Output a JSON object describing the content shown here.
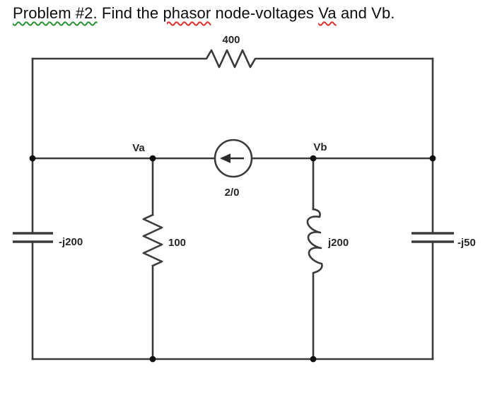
{
  "title": {
    "segments": [
      {
        "text": "Problem #2.",
        "spellcheck_underline": "green"
      },
      {
        "text": " Find the ",
        "spellcheck_underline": "none"
      },
      {
        "text": "phasor",
        "spellcheck_underline": "red"
      },
      {
        "text": " node-voltages ",
        "spellcheck_underline": "none"
      },
      {
        "text": "Va",
        "spellcheck_underline": "red"
      },
      {
        "text": " and Vb.",
        "spellcheck_underline": "none"
      }
    ]
  },
  "circuit": {
    "nodes": [
      {
        "label": "Va"
      },
      {
        "label": "Vb"
      }
    ],
    "components": [
      {
        "id": "top-resistor",
        "type": "resistor",
        "label": "400"
      },
      {
        "id": "current-source",
        "type": "current-source",
        "label": "2/0",
        "arrow_direction": "left"
      },
      {
        "id": "left-capacitor",
        "type": "capacitor",
        "label": "-j200"
      },
      {
        "id": "middle-resistor",
        "type": "resistor",
        "label": "100"
      },
      {
        "id": "inductor",
        "type": "inductor",
        "label": "j200"
      },
      {
        "id": "right-capacitor",
        "type": "capacitor",
        "label": "-j50"
      }
    ],
    "colors": {
      "wire": "#3a3a3a",
      "label_text": "#262626",
      "node_dot": "#111111",
      "squiggle_green": "#2a9235",
      "squiggle_red": "#e02d2d",
      "background": "#ffffff"
    }
  }
}
